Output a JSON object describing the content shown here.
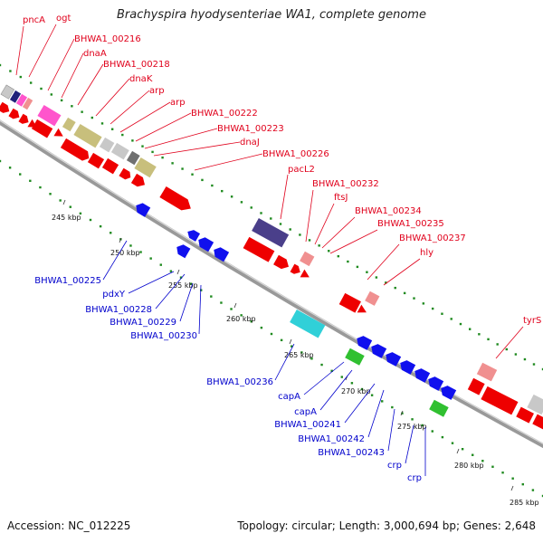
{
  "title": "Brachyspira hyodysenteriae WA1, complete genome",
  "footer": {
    "accession": "Accession: NC_012225",
    "topology": "Topology: circular; Length: 3,000,694 bp; Genes: 2,648"
  },
  "colors": {
    "forward_label": "#e0001b",
    "reverse_label": "#0000cc",
    "backbone": "#999999",
    "gc_dots": "#1f8a1f",
    "red": "#ee0000",
    "pink": "#f09090",
    "olive": "#c8bf7c",
    "grey": "#c8c8c8",
    "dark_grey": "#707070",
    "navy": "#20207a",
    "indigo": "#4a3f8a",
    "magenta": "#ff55cc",
    "blue": "#1010ee",
    "cyan": "#30d0d8",
    "green": "#30c030"
  },
  "ticks": [
    {
      "label": "245 kbp"
    },
    {
      "label": "250 kbp"
    },
    {
      "label": "255 kbp"
    },
    {
      "label": "260 kbp"
    },
    {
      "label": "265 kbp"
    },
    {
      "label": "270 kbp"
    },
    {
      "label": "275 kbp"
    },
    {
      "label": "280 kbp"
    },
    {
      "label": "285 kbp"
    }
  ],
  "forward_labels": [
    {
      "text": "pncA"
    },
    {
      "text": "ogt"
    },
    {
      "text": "BHWA1_00216"
    },
    {
      "text": "dnaA"
    },
    {
      "text": "BHWA1_00218"
    },
    {
      "text": "dnaK"
    },
    {
      "text": "arp"
    },
    {
      "text": "arp"
    },
    {
      "text": "BHWA1_00222"
    },
    {
      "text": "BHWA1_00223"
    },
    {
      "text": "dnaJ"
    },
    {
      "text": "BHWA1_00226"
    },
    {
      "text": "pacL2"
    },
    {
      "text": "BHWA1_00232"
    },
    {
      "text": "ftsJ"
    },
    {
      "text": "BHWA1_00234"
    },
    {
      "text": "BHWA1_00235"
    },
    {
      "text": "BHWA1_00237"
    },
    {
      "text": "hly"
    },
    {
      "text": "tyrS"
    }
  ],
  "reverse_labels": [
    {
      "text": "BHWA1_00225"
    },
    {
      "text": "pdxY"
    },
    {
      "text": "BHWA1_00228"
    },
    {
      "text": "BHWA1_00229"
    },
    {
      "text": "BHWA1_00230"
    },
    {
      "text": "BHWA1_00236"
    },
    {
      "text": "capA"
    },
    {
      "text": "capA"
    },
    {
      "text": "BHWA1_00241"
    },
    {
      "text": "BHWA1_00242"
    },
    {
      "text": "BHWA1_00243"
    },
    {
      "text": "crp"
    },
    {
      "text": "crp"
    }
  ]
}
